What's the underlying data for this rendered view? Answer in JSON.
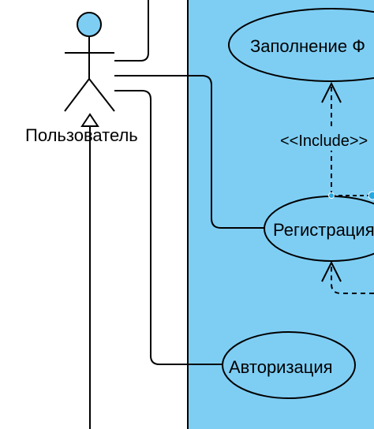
{
  "actor": {
    "label": "Пользователь"
  },
  "use_cases": {
    "form_fill": "Заполнение Ф",
    "registration": "Регистрация",
    "authorization": "Авторизация"
  },
  "relations": {
    "include": "<<Include>>"
  },
  "colors": {
    "system_fill": "#7ecef4",
    "actor_head": "#7ecef4",
    "stroke": "#000000",
    "selection_handle": "#29a8e0"
  }
}
